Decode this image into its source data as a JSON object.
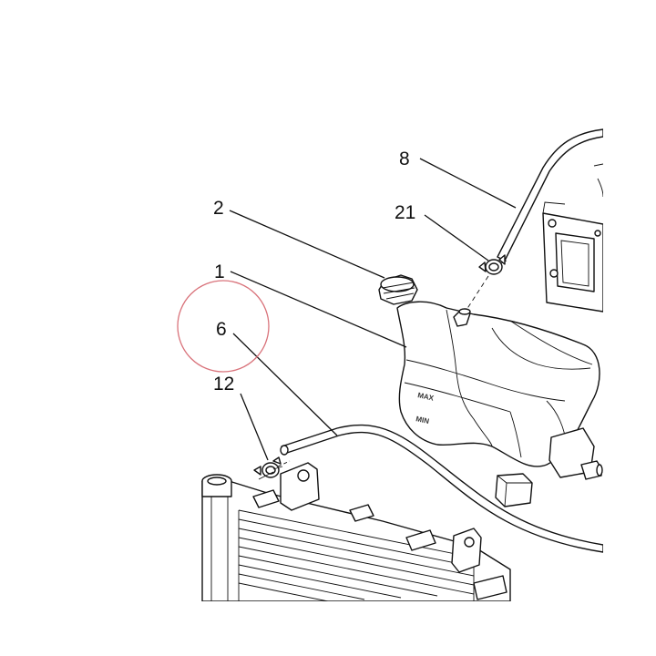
{
  "callouts": [
    {
      "id": "c8",
      "text": "8"
    },
    {
      "id": "c21",
      "text": "21"
    },
    {
      "id": "c2",
      "text": "2"
    },
    {
      "id": "c1",
      "text": "1"
    },
    {
      "id": "c6",
      "text": "6"
    },
    {
      "id": "c12",
      "text": "12"
    }
  ],
  "tank_marks": {
    "max": "MAX",
    "min": "MIN"
  },
  "highlight_color": "#d9737b"
}
